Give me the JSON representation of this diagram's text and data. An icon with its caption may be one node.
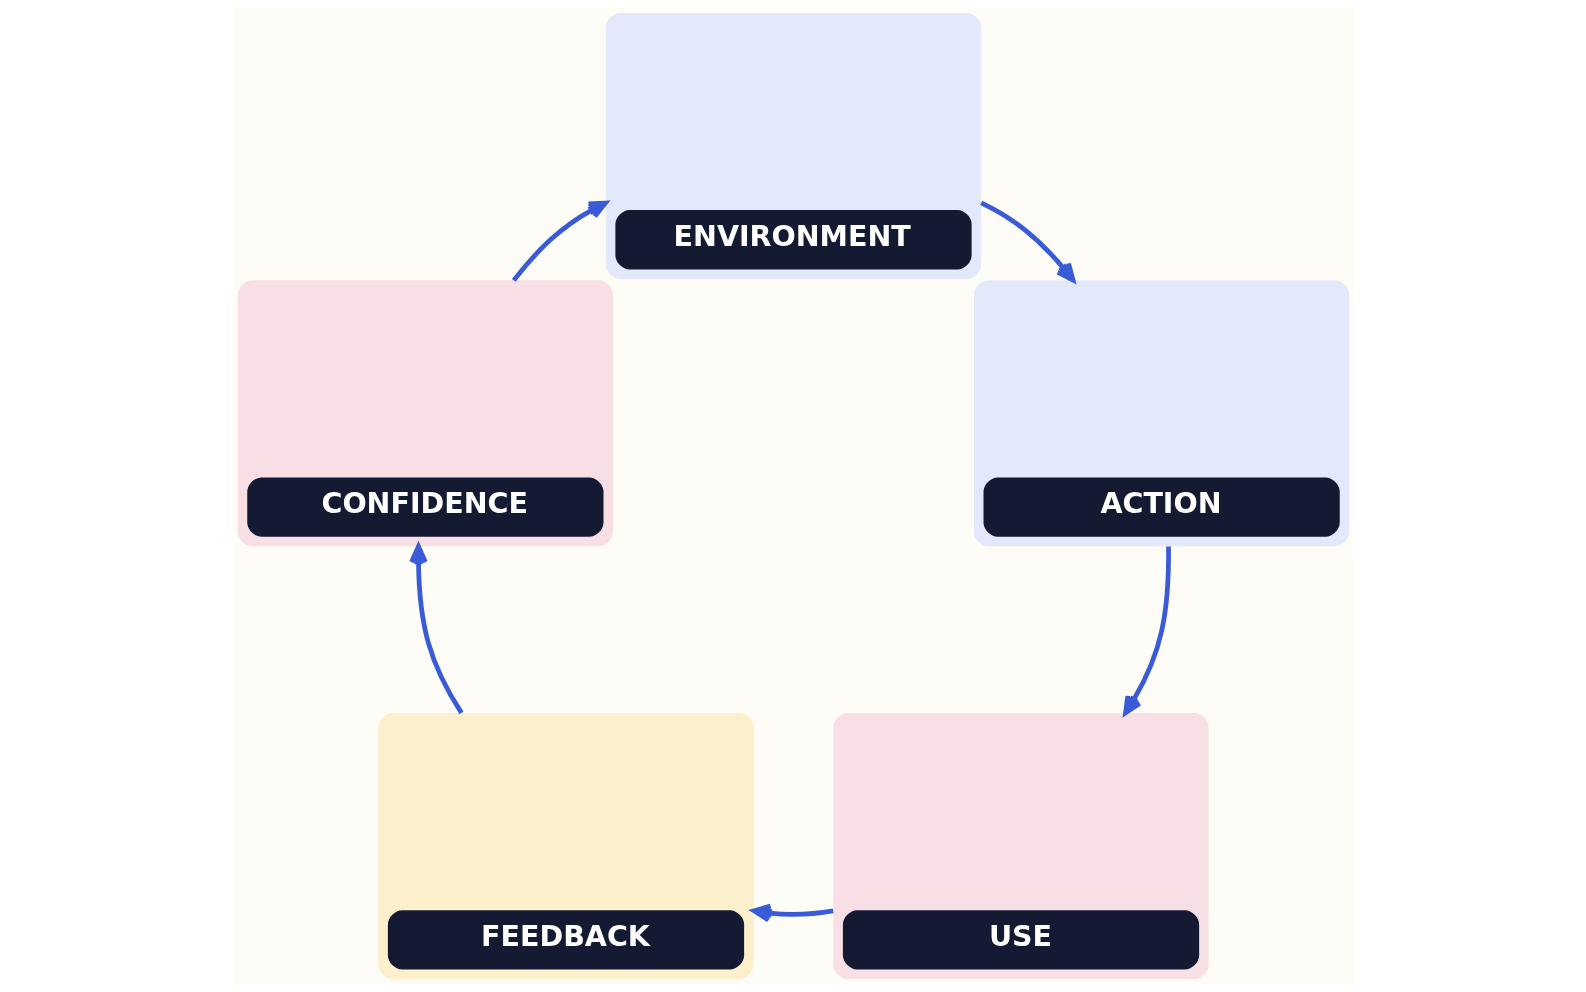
{
  "diagram": {
    "nodes": [
      {
        "text": [
          "ENVIRONMENT"
        ]
      },
      {
        "text": [
          "ACTION"
        ]
      },
      {
        "text": [
          "USE"
        ]
      },
      {
        "text": [
          "FEEDBACK"
        ]
      },
      {
        "text": [
          "CONFIDENCE"
        ]
      }
    ],
    "edges": [
      {
        "from": 0,
        "to": 1,
        "arrow": "to"
      },
      {
        "from": 1,
        "to": 2,
        "arrow": "to"
      },
      {
        "from": 2,
        "to": 3,
        "arrow": "to"
      },
      {
        "from": 3,
        "to": 4,
        "arrow": "to"
      },
      {
        "from": 4,
        "to": 0,
        "arrow": "to"
      }
    ]
  }
}
